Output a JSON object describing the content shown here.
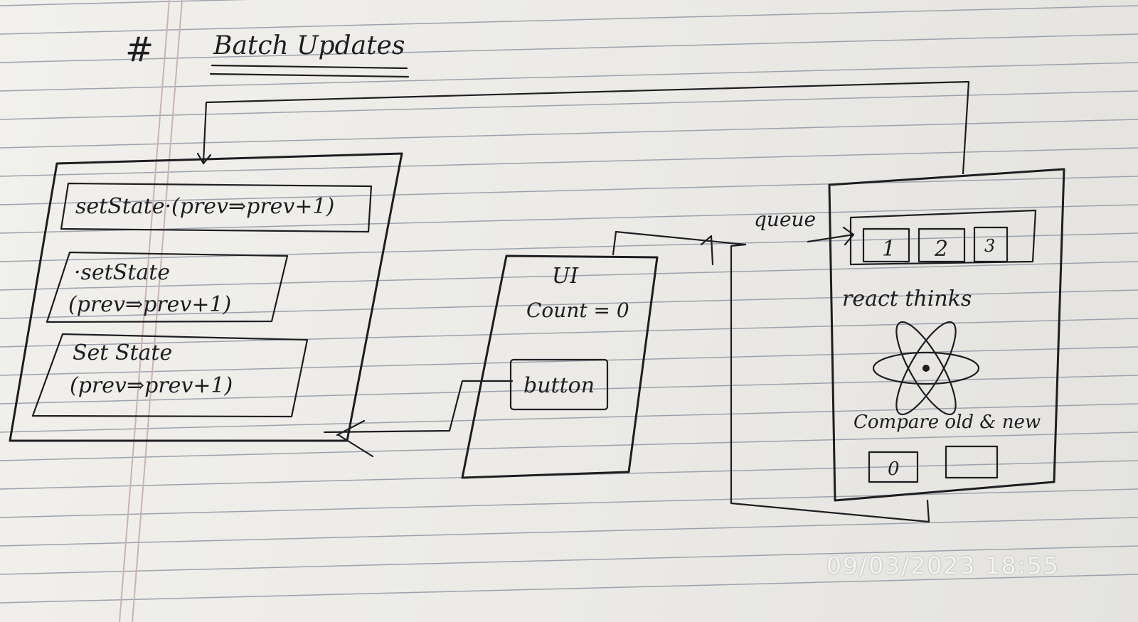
{
  "heading": {
    "hash": "#",
    "title": "Batch Updates"
  },
  "left_box": {
    "call1": "setState·(prev⇒prev+1)",
    "call2_line1": "·setState",
    "call2_line2": "(prev⇒prev+1)",
    "call3_line1": "Set State",
    "call3_line2": "(prev⇒prev+1)"
  },
  "ui_box": {
    "title": "UI",
    "count": "Count = 0",
    "button": "button"
  },
  "react_box": {
    "queue_label": "queue",
    "queue_items": [
      "1",
      "2",
      "3"
    ],
    "thinks": "react thinks",
    "react_logo": "react-logo-icon",
    "compare": "Compare old & new",
    "old_value": "0",
    "new_value": ""
  },
  "timestamp": "09/03/2023  18:55",
  "colors": {
    "ink": "#1d1d22",
    "paper": "#eeede9",
    "rule": "#9aa3ad",
    "margin": "#c9aeb0"
  }
}
